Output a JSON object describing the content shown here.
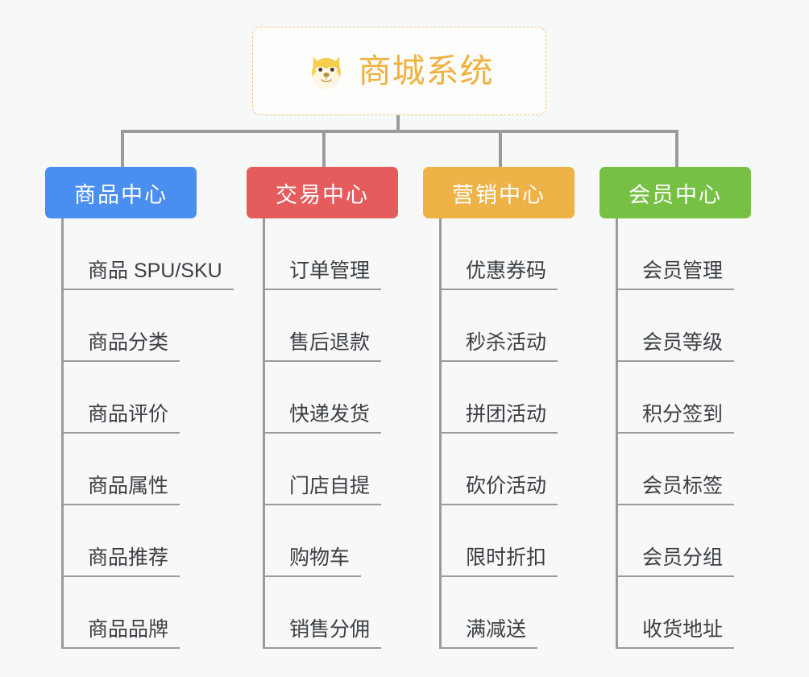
{
  "root": {
    "title": "商城系统",
    "icon": "shiba-dog-icon",
    "border_color": "#edc97f",
    "text_color": "#f0b13f"
  },
  "canvas": {
    "background": "#f7f8f8",
    "connector_color": "#9b9b9b"
  },
  "branches": [
    {
      "label": "商品中心",
      "color": "#4a8ef0",
      "items": [
        "商品 SPU/SKU",
        "商品分类",
        "商品评价",
        "商品属性",
        "商品推荐",
        "商品品牌"
      ]
    },
    {
      "label": "交易中心",
      "color": "#e45c5c",
      "items": [
        "订单管理",
        "售后退款",
        "快递发货",
        "门店自提",
        "购物车",
        "销售分佣"
      ]
    },
    {
      "label": "营销中心",
      "color": "#eeb246",
      "items": [
        "优惠券码",
        "秒杀活动",
        "拼团活动",
        "砍价活动",
        "限时折扣",
        "满减送"
      ]
    },
    {
      "label": "会员中心",
      "color": "#76c044",
      "items": [
        "会员管理",
        "会员等级",
        "积分签到",
        "会员标签",
        "会员分组",
        "收货地址"
      ]
    }
  ]
}
